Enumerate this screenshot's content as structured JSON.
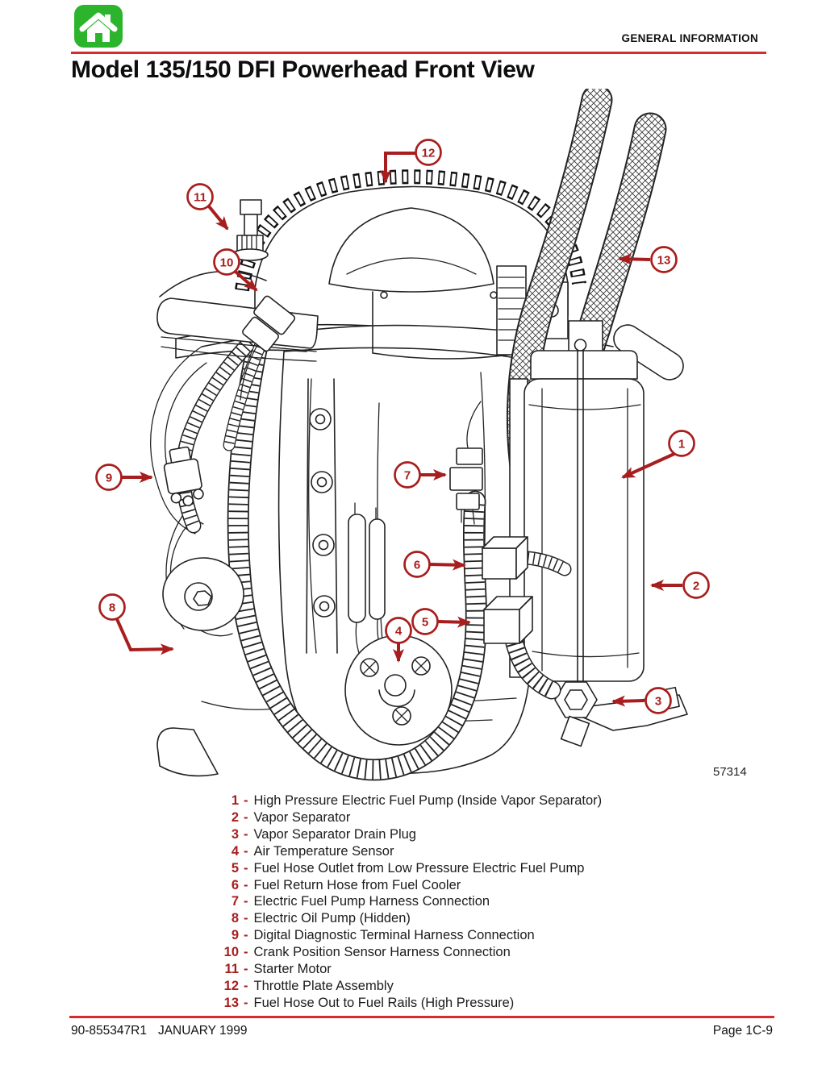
{
  "header": {
    "section": "GENERAL INFORMATION",
    "title": "Model 135/150 DFI Powerhead Front View"
  },
  "icons": {
    "home": "home-icon"
  },
  "figure": {
    "number": "57314"
  },
  "callouts": [
    "1",
    "2",
    "3",
    "4",
    "5",
    "6",
    "7",
    "8",
    "9",
    "10",
    "11",
    "12",
    "13"
  ],
  "legend": {
    "separator": "-",
    "items": [
      {
        "num": "1",
        "label": "High Pressure Electric Fuel Pump (Inside Vapor Separator)"
      },
      {
        "num": "2",
        "label": "Vapor Separator"
      },
      {
        "num": "3",
        "label": "Vapor Separator Drain Plug"
      },
      {
        "num": "4",
        "label": "Air Temperature Sensor"
      },
      {
        "num": "5",
        "label": "Fuel Hose Outlet from Low Pressure Electric Fuel Pump"
      },
      {
        "num": "6",
        "label": "Fuel Return Hose from Fuel Cooler"
      },
      {
        "num": "7",
        "label": "Electric Fuel Pump Harness Connection"
      },
      {
        "num": "8",
        "label": "Electric Oil Pump (Hidden)"
      },
      {
        "num": "9",
        "label": "Digital Diagnostic Terminal Harness Connection"
      },
      {
        "num": "10",
        "label": "Crank Position Sensor Harness Connection"
      },
      {
        "num": "11",
        "label": "Starter Motor"
      },
      {
        "num": "12",
        "label": "Throttle Plate Assembly"
      },
      {
        "num": "13",
        "label": "Fuel Hose Out to Fuel Rails (High Pressure)"
      }
    ]
  },
  "footer": {
    "doc": "90-855347R1",
    "date": "JANUARY 1999",
    "page": "Page 1C-9"
  },
  "colors": {
    "accent_red": "#d92b2b",
    "callout_red": "#a81e1e",
    "icon_green": "#2cb52c",
    "line_black": "#222222"
  }
}
